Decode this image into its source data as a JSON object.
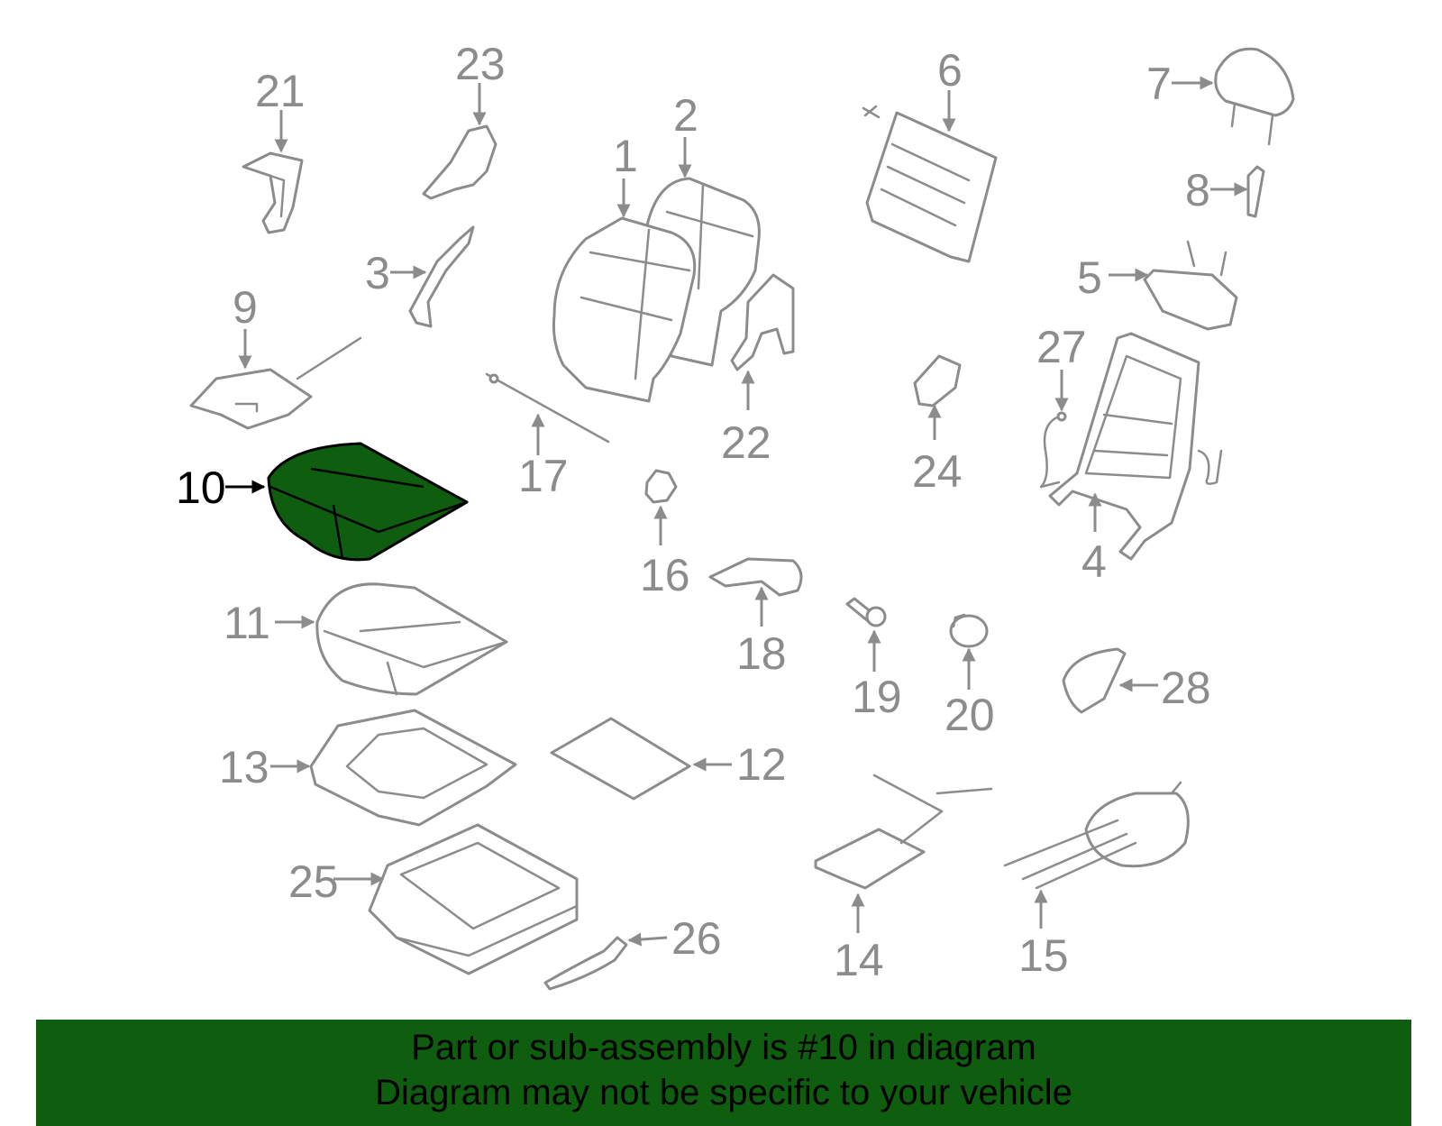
{
  "diagram": {
    "highlighted_part": "10",
    "highlight_color": "#0f5d0f",
    "line_color": "#8c8c8c",
    "labels": [
      "1",
      "2",
      "3",
      "4",
      "5",
      "6",
      "7",
      "8",
      "9",
      "10",
      "11",
      "12",
      "13",
      "14",
      "15",
      "16",
      "17",
      "18",
      "19",
      "20",
      "21",
      "22",
      "23",
      "24",
      "25",
      "26",
      "27",
      "28"
    ]
  },
  "banner": {
    "line1": "Part or sub-assembly is #10 in diagram",
    "line2": "Diagram may not be specific to your vehicle",
    "background": "#0f5d0f"
  }
}
